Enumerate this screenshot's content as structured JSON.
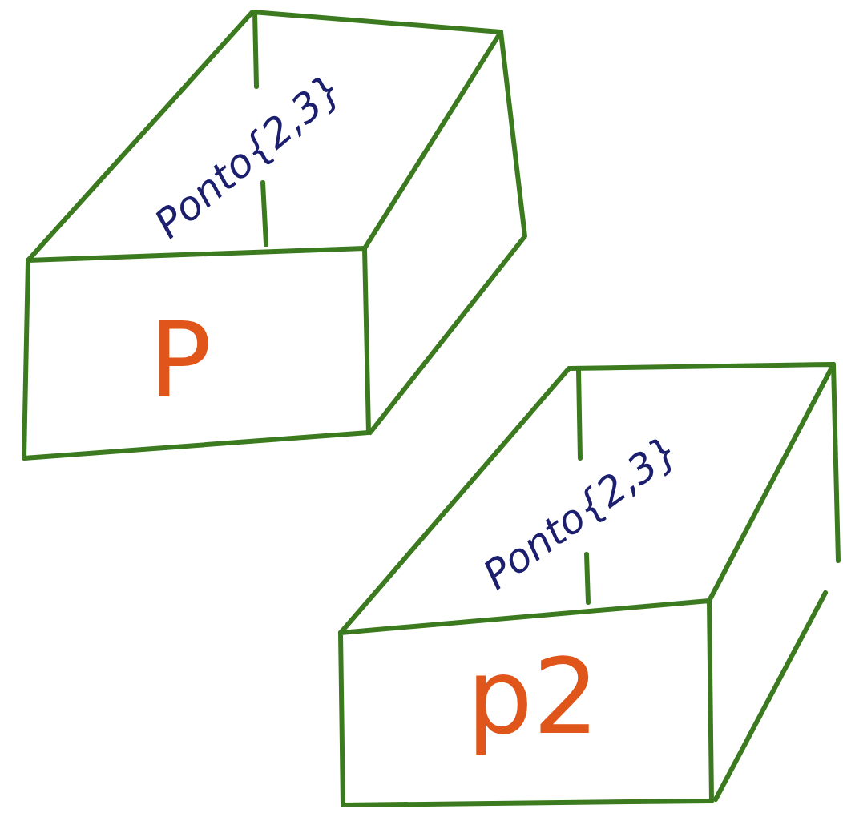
{
  "diagram": {
    "nodes": [
      {
        "text": [
          "Ponto{2,3}",
          "P"
        ]
      },
      {
        "text": [
          "Ponto{2,3}",
          "p2"
        ]
      }
    ]
  }
}
